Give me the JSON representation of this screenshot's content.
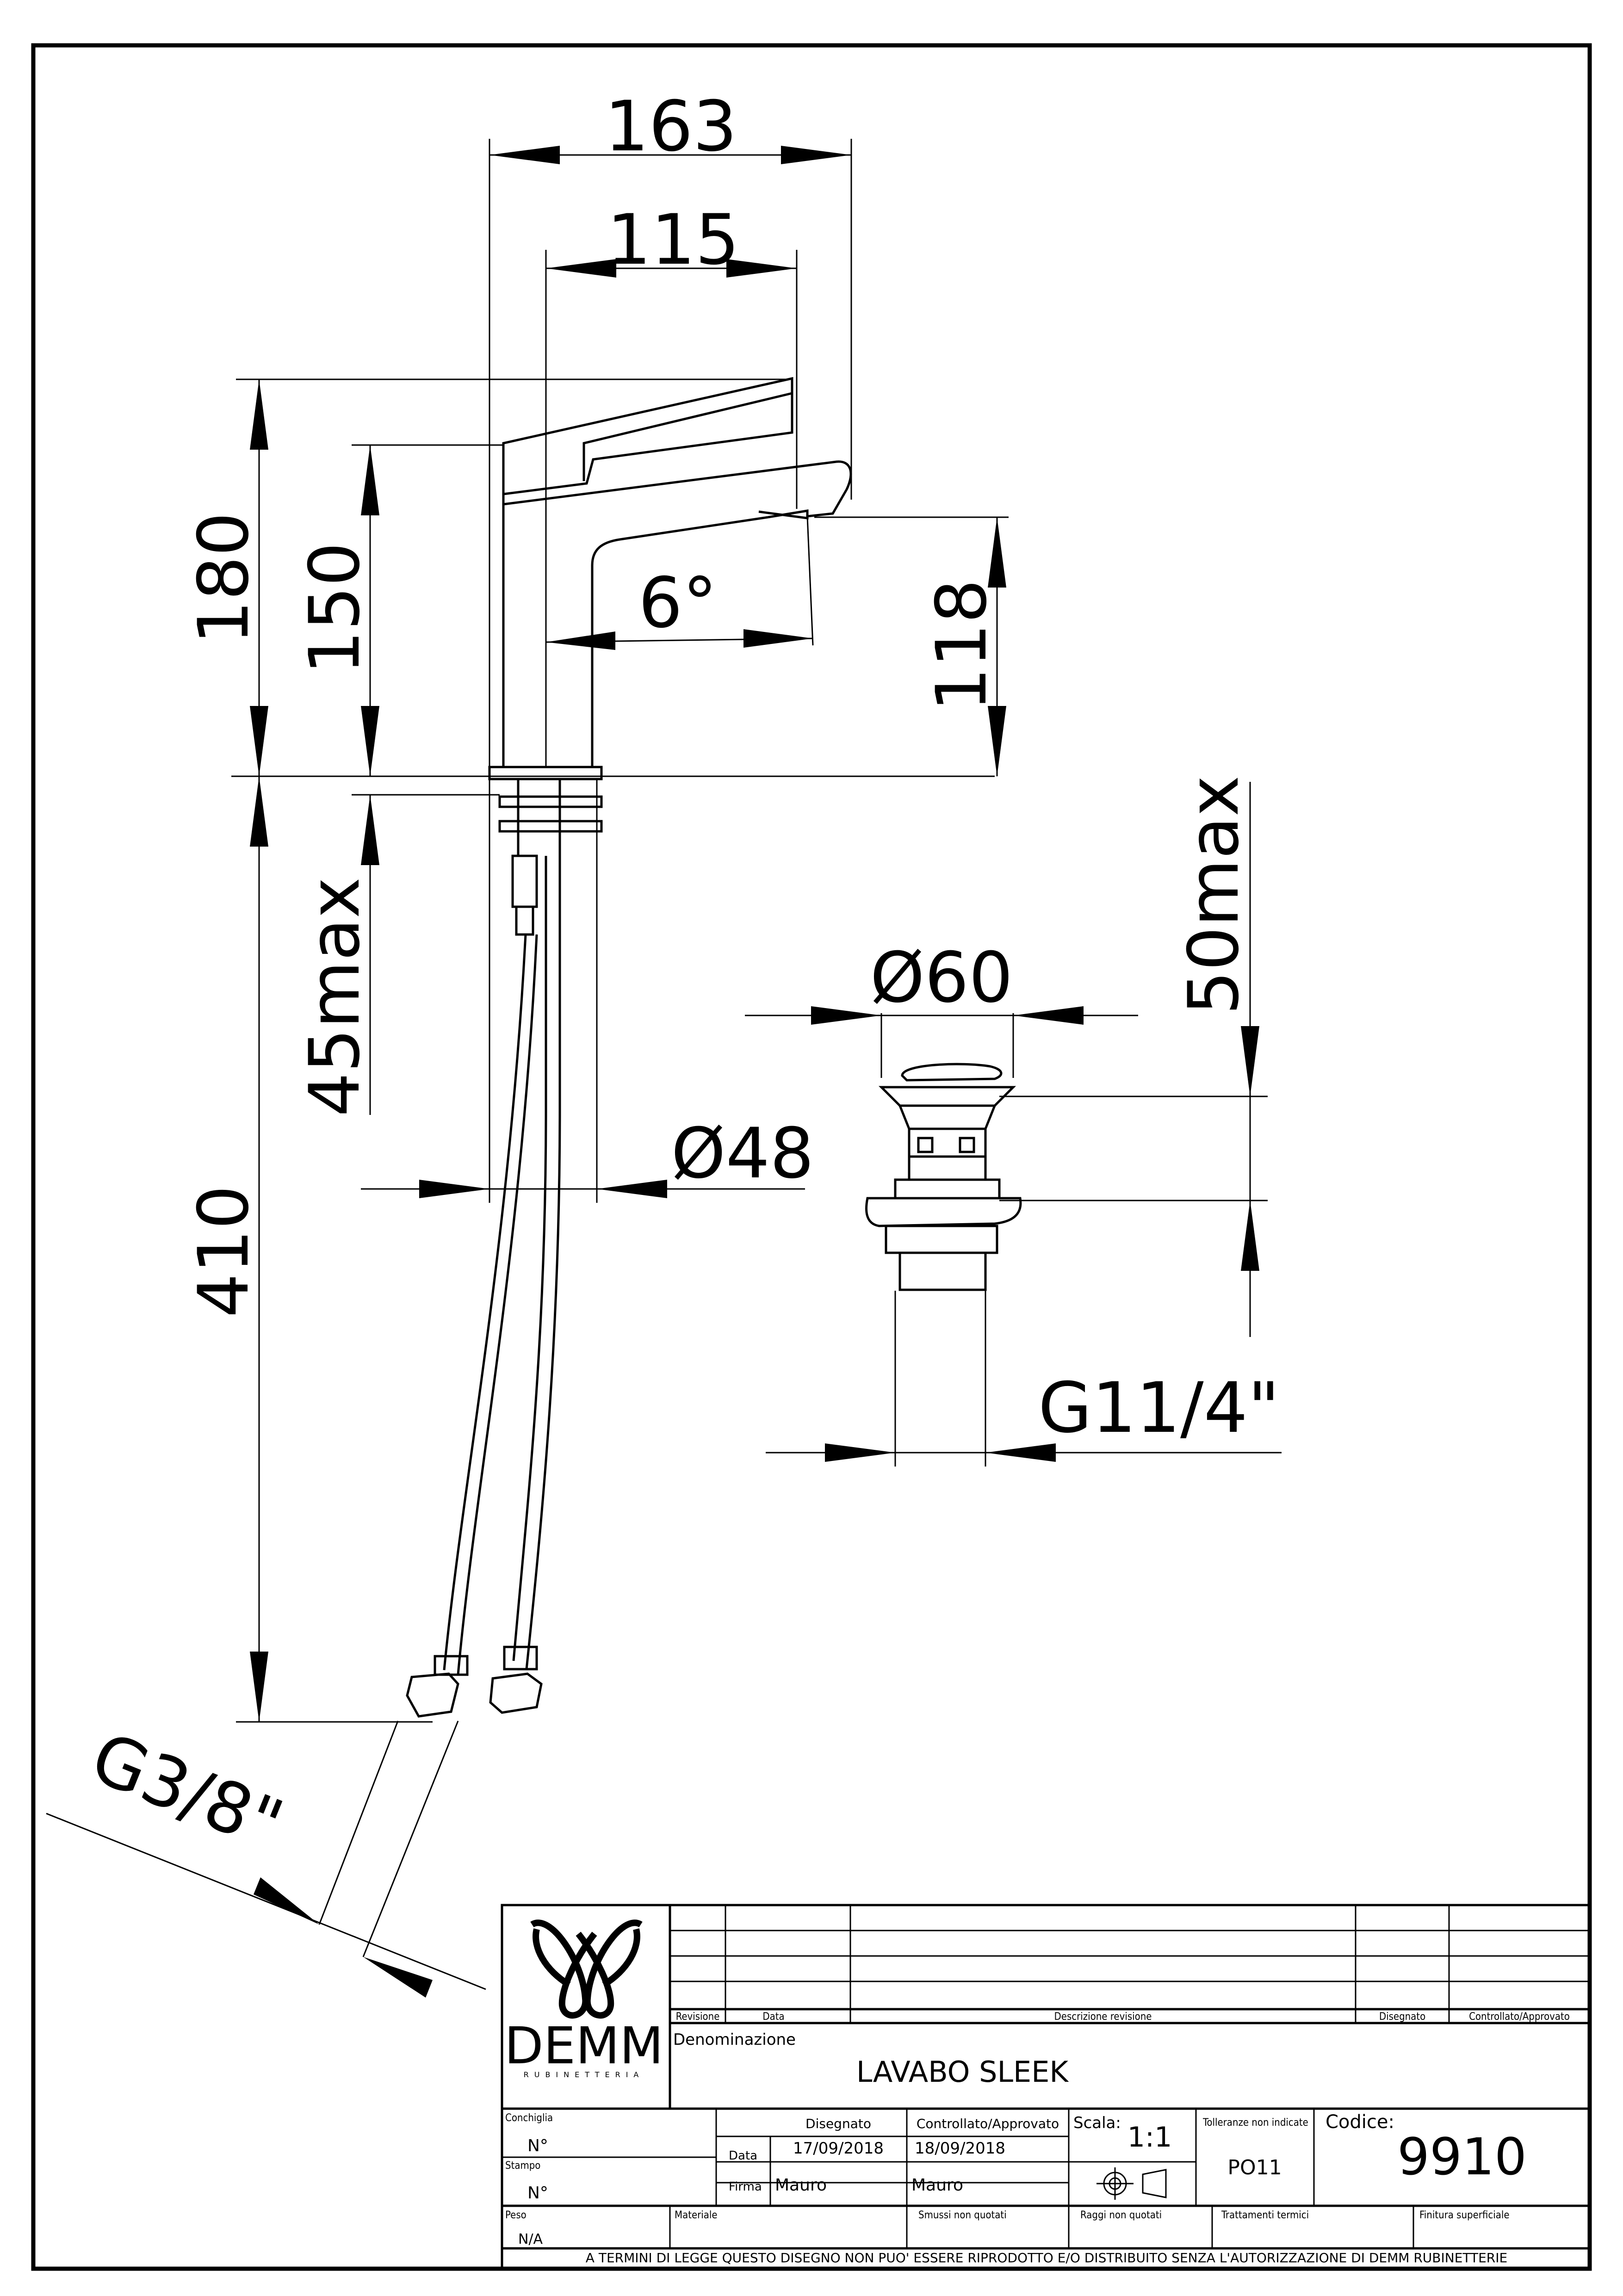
{
  "dimensions": {
    "d163": "163",
    "d115": "115",
    "d180": "180",
    "d150": "150",
    "d6deg": "6°",
    "d118": "118",
    "d45max": "45max",
    "d410": "410",
    "d48": "Ø48",
    "d60": "Ø60",
    "d50max": "50max",
    "g114": "G11/4\"",
    "g38": "G3/8\""
  },
  "title_block": {
    "company": "DEMM",
    "company_sub": "RUBINETTERIA",
    "headers": {
      "revisione": "Revisione",
      "data": "Data",
      "descrizione_revisione": "Descrizione revisione",
      "disegnato": "Disegnato",
      "controllato": "Controllato/Approvato"
    },
    "denominazione_label": "Denominazione",
    "denominazione_value": "LAVABO SLEEK",
    "conchiglia_label": "Conchiglia",
    "conchiglia_value": "N°",
    "stampo_label": "Stampo",
    "stampo_value": "N°",
    "disegnato_label": "Disegnato",
    "controllato_label": "Controllato/Approvato",
    "data_label": "Data",
    "firma_label": "Firma",
    "date_drawn": "17/09/2018",
    "date_checked": "18/09/2018",
    "firma_drawn": "Mauro",
    "firma_checked": "Mauro",
    "scala_label": "Scala:",
    "scala_value": "1:1",
    "tolleranze_label": "Tolleranze non indicate",
    "tolleranze_value": "PO11",
    "codice_label": "Codice:",
    "codice_value": "9910",
    "peso_label": "Peso",
    "peso_value": "N/A",
    "materiale_label": "Materiale",
    "smussi_label": "Smussi non quotati",
    "raggi_label": "Raggi non quotati",
    "trattamenti_label": "Trattamenti termici",
    "finitura_label": "Finitura superficiale",
    "legal": "A TERMINI DI LEGGE QUESTO DISEGNO NON PUO' ESSERE RIPRODOTTO E/O DISTRIBUITO SENZA L'AUTORIZZAZIONE DI DEMM RUBINETTERIE"
  }
}
